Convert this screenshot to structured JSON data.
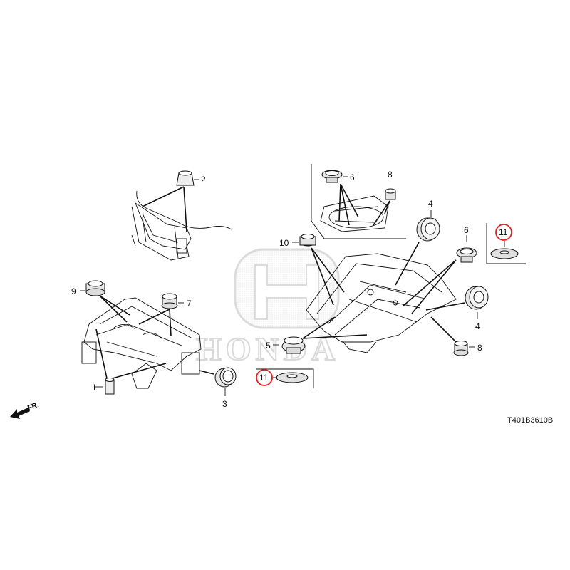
{
  "diagram": {
    "code": "T401B3610B",
    "front_label": "FR.",
    "watermark": "HONDA",
    "accent_color": "#e02020",
    "callouts": [
      {
        "id": "c1",
        "label": "1"
      },
      {
        "id": "c2",
        "label": "2"
      },
      {
        "id": "c3",
        "label": "3"
      },
      {
        "id": "c4a",
        "label": "4"
      },
      {
        "id": "c4b",
        "label": "4"
      },
      {
        "id": "c5",
        "label": "5"
      },
      {
        "id": "c6a",
        "label": "6"
      },
      {
        "id": "c6b",
        "label": "6"
      },
      {
        "id": "c7",
        "label": "7"
      },
      {
        "id": "c8a",
        "label": "8"
      },
      {
        "id": "c8b",
        "label": "8"
      },
      {
        "id": "c9",
        "label": "9"
      },
      {
        "id": "c10",
        "label": "10"
      },
      {
        "id": "c11a",
        "label": "11",
        "highlighted": true
      },
      {
        "id": "c11b",
        "label": "11",
        "highlighted": true
      }
    ]
  }
}
